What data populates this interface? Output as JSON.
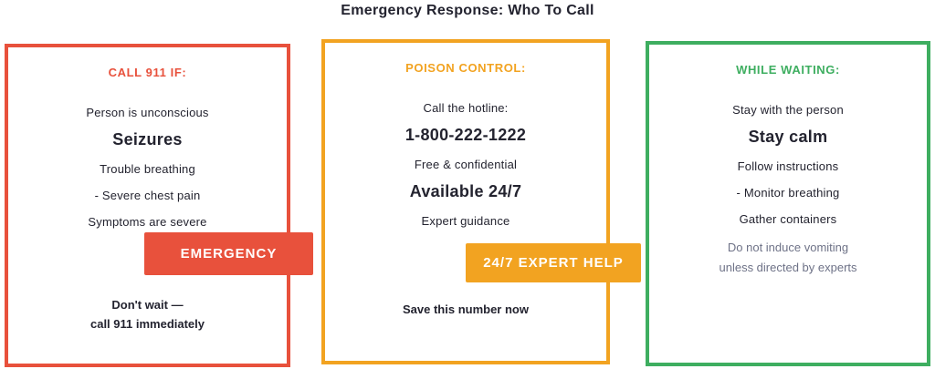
{
  "title": "Emergency Response: Who To Call",
  "colors": {
    "red_accent": "#E8513C",
    "orange_accent": "#F2A321",
    "green_accent": "#3EAE60",
    "text": "#23232F",
    "muted_note": "#6E7287",
    "background": "#FFFFFF"
  },
  "cards": [
    {
      "header": "CALL 911 IF:",
      "lines": [
        {
          "text": "Person is unconscious"
        },
        {
          "text": "Seizures"
        },
        {
          "text": "Trouble breathing"
        },
        {
          "text": "- Severe chest pain"
        },
        {
          "text": "Symptoms are severe"
        }
      ],
      "badge": "EMERGENCY",
      "footer_line1": "Don't wait —",
      "footer_line2": "call 911 immediately"
    },
    {
      "header": "POISON CONTROL:",
      "lines": [
        {
          "text": "Call the hotline:"
        },
        {
          "text": "1-800-222-1222"
        },
        {
          "text": "Free & confidential"
        },
        {
          "text": "Available 24/7"
        },
        {
          "text": "Expert guidance"
        }
      ],
      "badge": "24/7 EXPERT HELP",
      "footer_line1": "Save this number now"
    },
    {
      "header": "WHILE WAITING:",
      "lines": [
        {
          "text": "Stay with the person"
        },
        {
          "text": "Stay calm"
        },
        {
          "text": "Follow instructions"
        },
        {
          "text": "- Monitor breathing"
        },
        {
          "text": "Gather containers"
        }
      ],
      "note_line1": "Do not induce vomiting",
      "note_line2": "unless directed by experts"
    }
  ]
}
